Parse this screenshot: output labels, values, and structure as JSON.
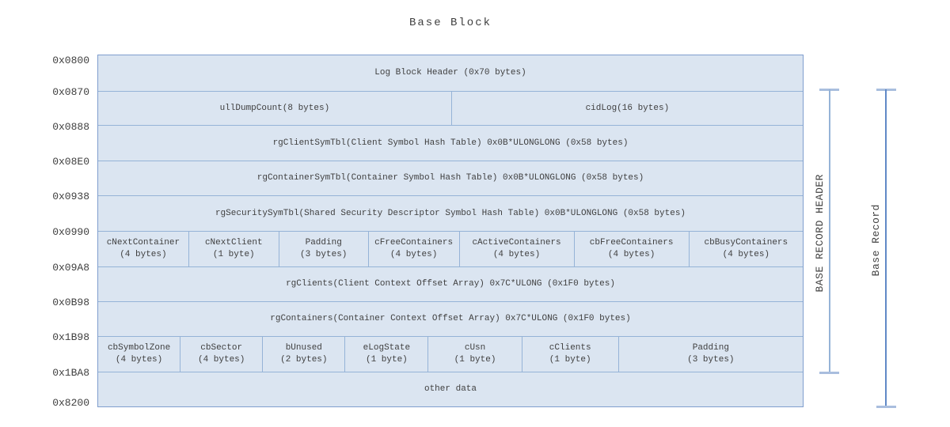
{
  "title": "Base Block",
  "colors": {
    "cell_fill": "#dbe5f1",
    "grid_line": "#95b3d7",
    "outer_border": "#7f9ece",
    "text": "#3f3f3f",
    "bracket_cap": "#a9bede",
    "bracket_header_stem": "#95b3d7",
    "bracket_record_stem": "#6089c7"
  },
  "addresses": [
    "0x0800",
    "0x0870",
    "0x0888",
    "0x08E0",
    "0x0938",
    "0x0990",
    "0x09A8",
    "0x0B98",
    "0x1B98",
    "0x1BA8",
    "0x8200"
  ],
  "rows": [
    {
      "cells": [
        {
          "label": "Log Block Header (0x70 bytes)"
        }
      ]
    },
    {
      "cells": [
        {
          "label": "ullDumpCount(8 bytes)"
        },
        {
          "label": "cidLog(16 bytes)"
        }
      ]
    },
    {
      "cells": [
        {
          "label": "rgClientSymTbl(Client Symbol Hash Table) 0x0B*ULONGLONG (0x58 bytes)"
        }
      ]
    },
    {
      "cells": [
        {
          "label": "rgContainerSymTbl(Container Symbol Hash Table) 0x0B*ULONGLONG (0x58 bytes)"
        }
      ]
    },
    {
      "cells": [
        {
          "label": "rgSecuritySymTbl(Shared Security Descriptor Symbol Hash Table) 0x0B*ULONGLONG (0x58 bytes)"
        }
      ]
    },
    {
      "cells": [
        {
          "label": "cNextContainer",
          "size": "(4 bytes)"
        },
        {
          "label": "cNextClient",
          "size": "(1 byte)"
        },
        {
          "label": "Padding",
          "size": "(3 bytes)"
        },
        {
          "label": "cFreeContainers",
          "size": "(4 bytes)"
        },
        {
          "label": "cActiveContainers",
          "size": "(4 bytes)"
        },
        {
          "label": "cbFreeContainers",
          "size": "(4 bytes)"
        },
        {
          "label": "cbBusyContainers",
          "size": "(4 bytes)"
        }
      ]
    },
    {
      "cells": [
        {
          "label": "rgClients(Client Context Offset Array) 0x7C*ULONG (0x1F0 bytes)"
        }
      ]
    },
    {
      "cells": [
        {
          "label": "rgContainers(Container Context Offset Array) 0x7C*ULONG (0x1F0 bytes)"
        }
      ]
    },
    {
      "cells": [
        {
          "label": "cbSymbolZone",
          "size": "(4 bytes)"
        },
        {
          "label": "cbSector",
          "size": "(4 bytes)"
        },
        {
          "label": "bUnused",
          "size": "(2 bytes)"
        },
        {
          "label": "eLogState",
          "size": "(1 byte)"
        },
        {
          "label": "cUsn",
          "size": "(1 byte)"
        },
        {
          "label": "cClients",
          "size": "(1 byte)"
        },
        {
          "label": "Padding",
          "size": "(3 bytes)"
        }
      ]
    },
    {
      "cells": [
        {
          "label": "other data"
        }
      ]
    }
  ],
  "brackets": [
    {
      "label": "BASE RECORD HEADER"
    },
    {
      "label": "Base Record"
    }
  ]
}
